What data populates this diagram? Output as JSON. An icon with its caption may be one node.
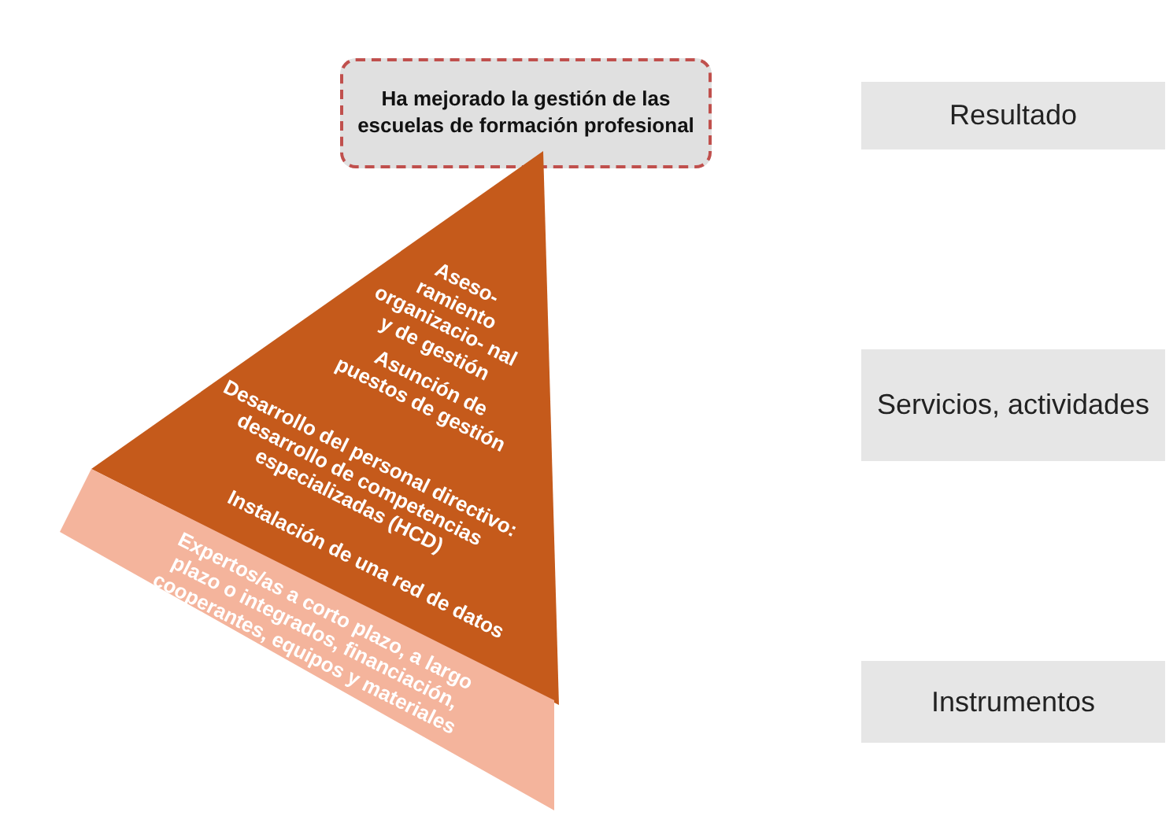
{
  "diagram": {
    "nodes": [
      {
        "text": [
          "Ha mejorado la gestión de las escuelas de formación profesional"
        ]
      },
      {
        "text": [
          "Aseso- ramiento organizacio- nal y de gestión",
          "Asunción de puestos de gestión",
          "Desarrollo del personal directivo: desarrollo de competencias especializadas (HCD)",
          "Instalación de una red de datos"
        ]
      },
      {
        "text": [
          "Expertos/as a corto plazo, a largo plazo o integrados, financiación, cooperantes, equipos y materiales"
        ]
      },
      {
        "text": [
          "Resultado"
        ]
      },
      {
        "text": [
          "Servicios, actividades"
        ]
      },
      {
        "text": [
          "Instrumentos"
        ]
      }
    ],
    "edges": []
  }
}
